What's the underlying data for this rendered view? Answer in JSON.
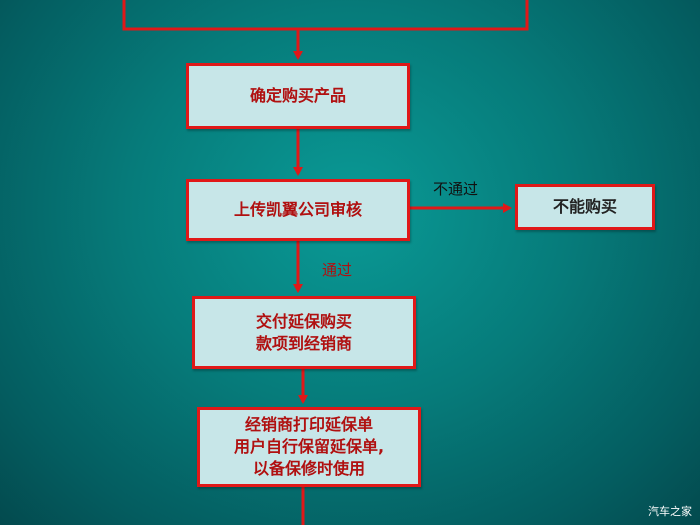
{
  "nodes": {
    "confirm_product": "确定购买产品",
    "upload_review": "上传凯翼公司审核",
    "cannot_buy": "不能购买",
    "pay": [
      "交付延保购买",
      "款项到经销商"
    ],
    "print": [
      "经销商打印延保单",
      "用户自行保留延保单,",
      "以备保修时使用"
    ]
  },
  "edges": {
    "fail": "不通过",
    "pass": "通过"
  },
  "watermark": "汽车之家",
  "colors": {
    "background": "#067b7a",
    "box_fill": "#c7e6e8",
    "border_and_arrow": "#e01818",
    "text_red": "#b01010"
  }
}
